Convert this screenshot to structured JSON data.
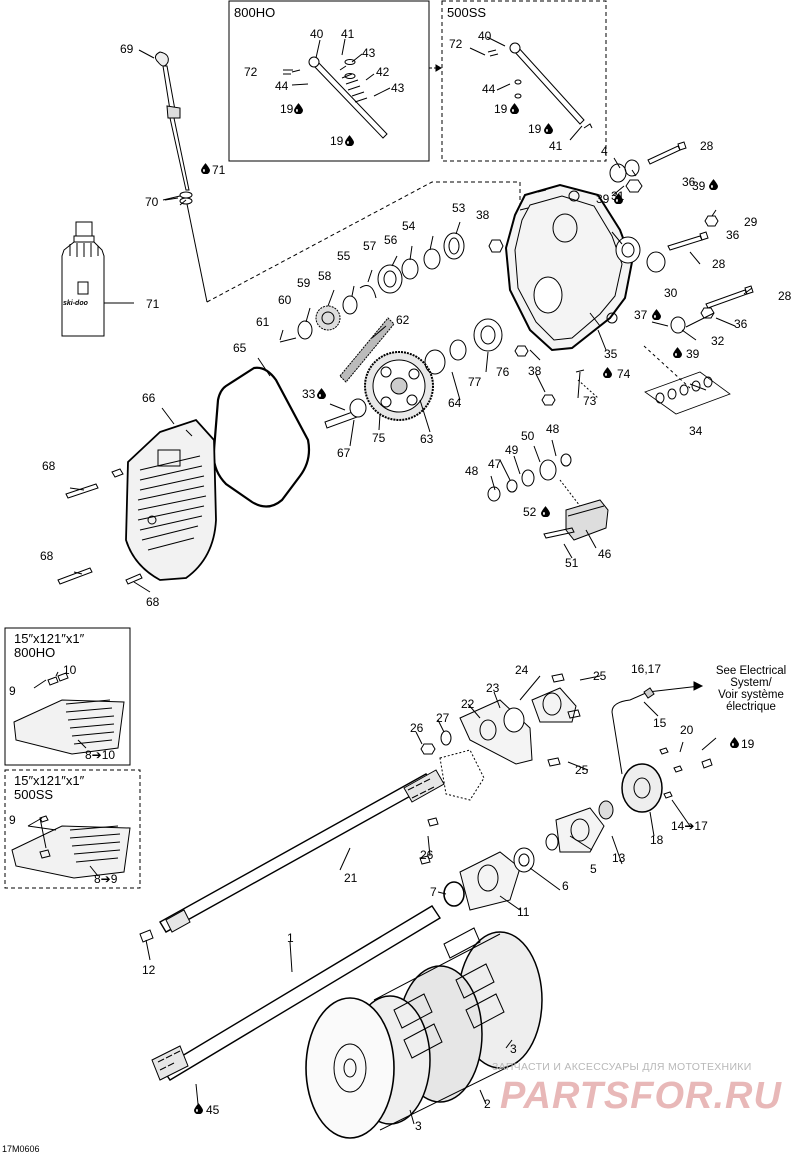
{
  "insets": {
    "top_left_title": "800HO",
    "top_right_title": "500SS",
    "bottom_upper_title": "15″x121″x1″\n800HO",
    "bottom_lower_title": "15″x121″x1″\n500SS"
  },
  "callouts": {
    "c1": "1",
    "c2": "2",
    "c3a": "3",
    "c3b": "3",
    "c4": "4",
    "c5": "5",
    "c6": "6",
    "c7": "7",
    "c8_10": "8➔10",
    "c8_9": "8➔9",
    "c9a": "9",
    "c9b": "9",
    "c10": "10",
    "c11": "11",
    "c12": "12",
    "c13": "13",
    "c14_17": "14➔17",
    "c15": "15",
    "c16_17": "16,17",
    "c18": "18",
    "c19a": "19",
    "c19b": "19",
    "c19c": "19",
    "c19d": "19",
    "c19e": "19",
    "c20": "20",
    "c21": "21",
    "c22": "22",
    "c23": "23",
    "c24": "24",
    "c25a": "25",
    "c25b": "25",
    "c26a": "26",
    "c26b": "26",
    "c27": "27",
    "c28a": "28",
    "c28b": "28",
    "c28c": "28",
    "c29": "29",
    "c30": "30",
    "c31": "31",
    "c32": "32",
    "c33": "33",
    "c34": "34",
    "c35": "35",
    "c36a": "36",
    "c36b": "36",
    "c36c": "36",
    "c37": "37",
    "c38a": "38",
    "c38b": "38",
    "c39a": "39",
    "c39b": "39",
    "c39c": "39",
    "c40a": "40",
    "c40b": "40",
    "c41a": "41",
    "c41b": "41",
    "c42": "42",
    "c43a": "43",
    "c43b": "43",
    "c44a": "44",
    "c44b": "44",
    "c45": "45",
    "c46": "46",
    "c47": "47",
    "c48a": "48",
    "c48b": "48",
    "c49": "49",
    "c50": "50",
    "c51": "51",
    "c52": "52",
    "c53": "53",
    "c54": "54",
    "c55": "55",
    "c56": "56",
    "c57": "57",
    "c58": "58",
    "c59": "59",
    "c60": "60",
    "c61": "61",
    "c62": "62",
    "c63": "63",
    "c64": "64",
    "c65": "65",
    "c66": "66",
    "c67": "67",
    "c68a": "68",
    "c68b": "68",
    "c68c": "68",
    "c69": "69",
    "c70": "70",
    "c71a": "71",
    "c71b": "71",
    "c72a": "72",
    "c72b": "72",
    "c73": "73",
    "c74": "74",
    "c75": "75",
    "c76": "76",
    "c77": "77"
  },
  "note": {
    "line1": "See Electrical",
    "line2": "System/",
    "line3": "Voir système",
    "line4": "électrique"
  },
  "watermark": {
    "line1": "ЗАПЧАСТИ И АКСЕССУАРЫ ДЛЯ МОТОТЕХНИКИ",
    "line2": "PARTSFOR.RU"
  },
  "figure_code": "17M0606",
  "bottle_brand": "ski-doo",
  "drop_icon": "oil-drop-icon"
}
